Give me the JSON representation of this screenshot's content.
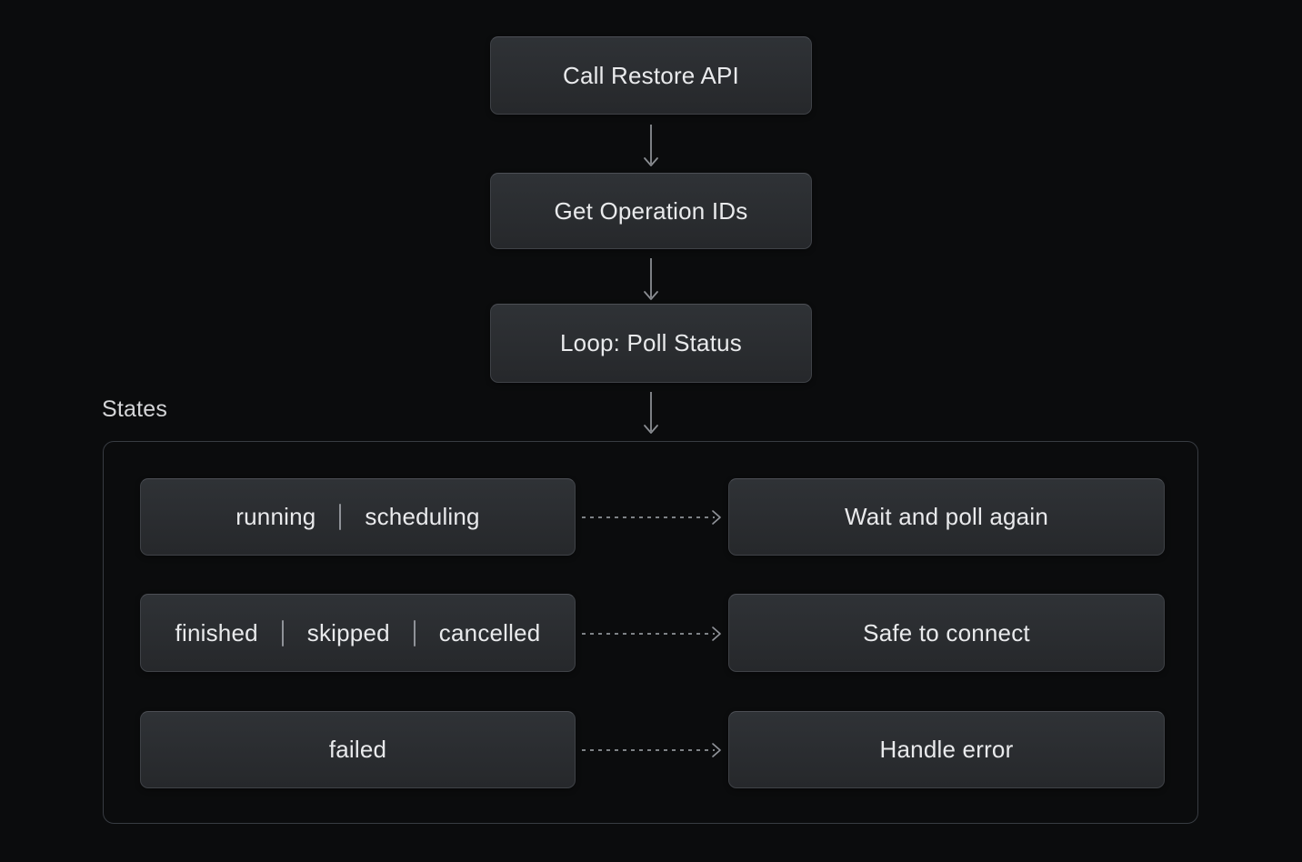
{
  "diagram": {
    "kind": "flowchart",
    "flow": {
      "nodes": [
        {
          "label": "Call Restore API"
        },
        {
          "label": "Get Operation IDs"
        },
        {
          "label": "Loop: Poll Status"
        }
      ]
    },
    "states_section": {
      "title": "States",
      "rows": [
        {
          "states": [
            "running",
            "scheduling"
          ],
          "result": "Wait and poll again"
        },
        {
          "states": [
            "finished",
            "skipped",
            "cancelled"
          ],
          "result": "Safe to connect"
        },
        {
          "states": [
            "failed"
          ],
          "result": "Handle error"
        }
      ]
    },
    "colors": {
      "background": "#0b0c0d",
      "node_fill_top": "#2f3236",
      "node_fill_bottom": "#26282b",
      "node_border": "#43464b",
      "node_text": "#e9eaec",
      "container_border": "#383c42",
      "arrow": "#8a8d92",
      "section_title": "#d4d5d7",
      "pipe_separator": "#8f9298"
    }
  }
}
